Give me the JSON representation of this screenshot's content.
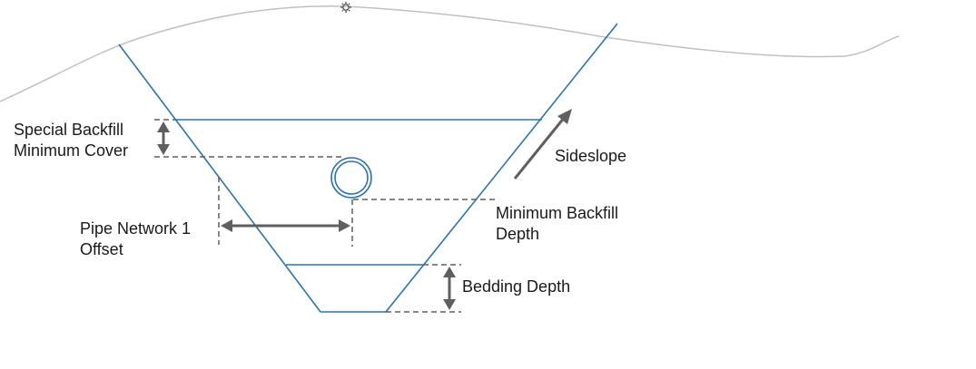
{
  "diagram": {
    "title": "Trench cross-section with pipe",
    "colors": {
      "ground": "#c0c0c0",
      "trench": "#2b72b5",
      "dimension": "#5f5f5f",
      "text": "#1a1a1a",
      "pipe": "#2b72b5"
    },
    "icons": {
      "ground-marker": "gear-like point marker on ground line"
    },
    "labels": {
      "special_backfill": [
        "Special Backfill",
        "Minimum Cover"
      ],
      "pipe_offset": [
        "Pipe Network 1",
        "Offset"
      ],
      "sideslope": [
        "Sideslope"
      ],
      "min_backfill": [
        "Minimum Backfill",
        "Depth"
      ],
      "bedding_depth": [
        "Bedding Depth"
      ]
    }
  }
}
